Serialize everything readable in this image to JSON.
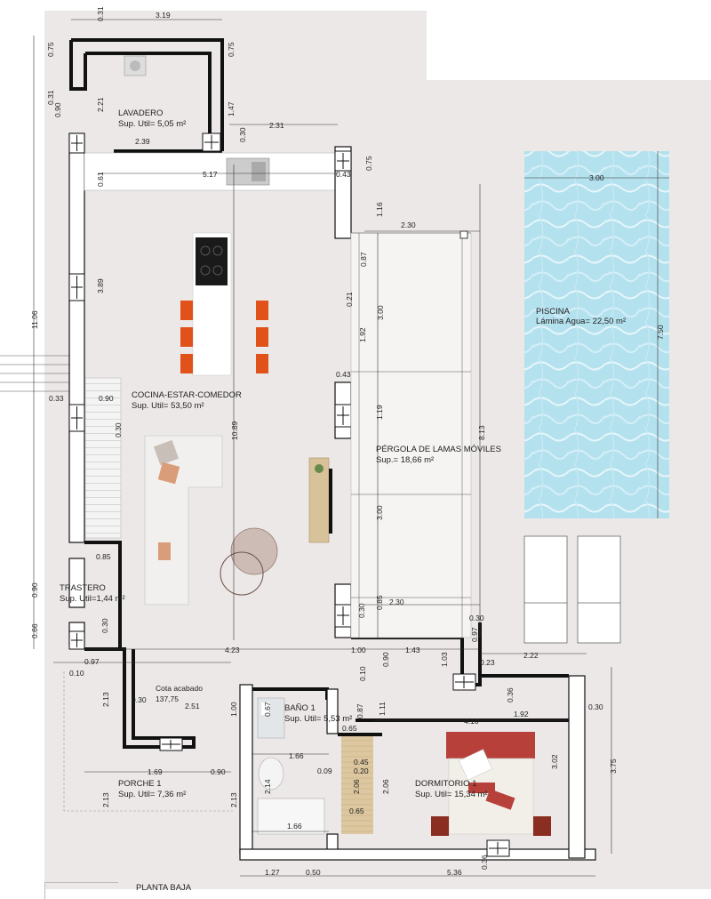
{
  "title": "PLANTA BAJA",
  "colors": {
    "plot": "#ece7e7",
    "wall": "#111111",
    "pool": "#a9dcea",
    "chair": "#e0521a",
    "bed": "#b8403a",
    "wood": "#d8c29a",
    "sofa": "#f1efec"
  },
  "rooms": {
    "lavadero": {
      "name": "LAVADERO",
      "area": "Sup. Util= 5,05 m²"
    },
    "cocina": {
      "name": "COCINA-ESTAR-COMEDOR",
      "area": "Sup. Util= 53,50 m²"
    },
    "pergola": {
      "name": "PÉRGOLA DE LAMAS MÓVILES",
      "area": "Sup.= 18,66 m²"
    },
    "piscina": {
      "name": "PISCINA",
      "area": "Lámina Agua= 22,50 m²"
    },
    "trastero": {
      "name": "TRASTERO",
      "area": "Sup. Util=1,44 m²"
    },
    "bano": {
      "name": "BAÑO 1",
      "area": "Sup. Util= 5,53 m²"
    },
    "dormitorio": {
      "name": "DORMITORIO 1",
      "area": "Sup. Util= 15,34 m²"
    },
    "porche": {
      "name": "PORCHE 1",
      "area": "Sup. Util= 7,36 m²"
    },
    "cota": {
      "line1": "Cota acabado",
      "line2": "137,75"
    }
  },
  "dims": {
    "d319": "3.19",
    "d031": "0.31",
    "d075a": "0.75",
    "d075b": "0.75",
    "d031b": "0.31",
    "d090a": "0.90",
    "d221": "2.21",
    "d147": "1.47",
    "d030a": "0.30",
    "d231": "2.31",
    "d239": "2.39",
    "d075c": "0.75",
    "d061": "0.61",
    "d517": "5.17",
    "d043a": "0.43",
    "d116": "1.16",
    "d230a": "2.30",
    "d300pool": "3.00",
    "d087a": "0.87",
    "d389": "3.89",
    "d021": "0.21",
    "d300a": "3.00",
    "d1106": "11.06",
    "d192a": "1.92",
    "d750": "7.50",
    "d043b": "0.43",
    "d033": "0.33",
    "d090b": "0.90",
    "d119": "1.19",
    "d030b": "0.30",
    "d1089": "10.89",
    "d813": "8.13",
    "d300b": "3.00",
    "d085a": "0.85",
    "d090c": "0.90",
    "d085b": "0.85",
    "d230b": "2.30",
    "d066": "0.66",
    "d030c": "0.30",
    "d030d": "0.30",
    "d030e": "0.30",
    "d097a": "0.97",
    "d423": "4.23",
    "d100a": "1.00",
    "d143": "1.43",
    "d097b": "0.97",
    "d010a": "0.10",
    "d090d": "0.90",
    "d103": "1.03",
    "d023": "0.23",
    "d222": "2.22",
    "d213a": "2.13",
    "d030f": "0.30",
    "d010b": "0.10",
    "d036a": "0.36",
    "d251": "2.51",
    "d100b": "1.00",
    "d067": "0.67",
    "d087b": "0.87",
    "d111": "1.11",
    "d192b": "1.92",
    "d030g": "0.30",
    "d410": "4.10",
    "d065a": "0.65",
    "d375": "3.75",
    "d302": "3.02",
    "d166a": "1.66",
    "d045": "0.45",
    "d009": "0.09",
    "d020": "0.20",
    "d169": "1.69",
    "d090e": "0.90",
    "d214": "2.14",
    "d206a": "2.06",
    "d206b": "2.06",
    "d213b": "2.13",
    "d213c": "2.13",
    "d065b": "0.65",
    "d166b": "1.66",
    "d127": "1.27",
    "d050": "0.50",
    "d536": "5.36",
    "d036b": "0.36"
  }
}
